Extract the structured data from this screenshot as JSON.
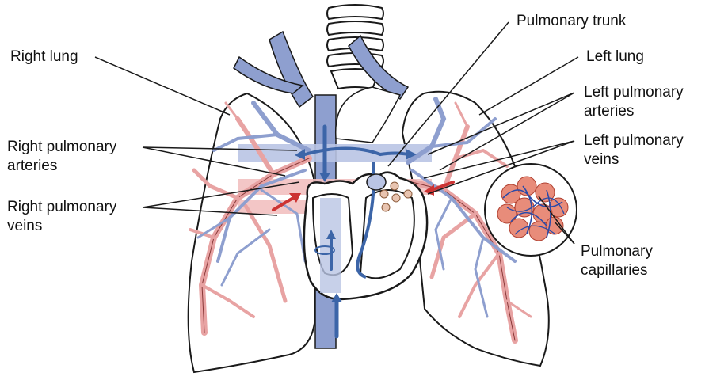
{
  "labels": {
    "right_lung": "Right lung",
    "right_pulmonary_arteries": [
      "Right pulmonary",
      "arteries"
    ],
    "right_pulmonary_veins": [
      "Right pulmonary",
      "veins"
    ],
    "pulmonary_trunk": "Pulmonary trunk",
    "left_lung": "Left lung",
    "left_pulmonary_arteries": [
      "Left pulmonary",
      "arteries"
    ],
    "left_pulmonary_veins": [
      "Left pulmonary",
      "veins"
    ],
    "pulmonary_capillaries": [
      "Pulmonary",
      "capillaries"
    ]
  },
  "colors": {
    "deoxygenated": "#8e9fcf",
    "deoxygenated_dark": "#3c65a8",
    "oxygenated": "#e8a3a3",
    "oxygenated_dark": "#cc3333",
    "outline": "#1a1a1a"
  }
}
